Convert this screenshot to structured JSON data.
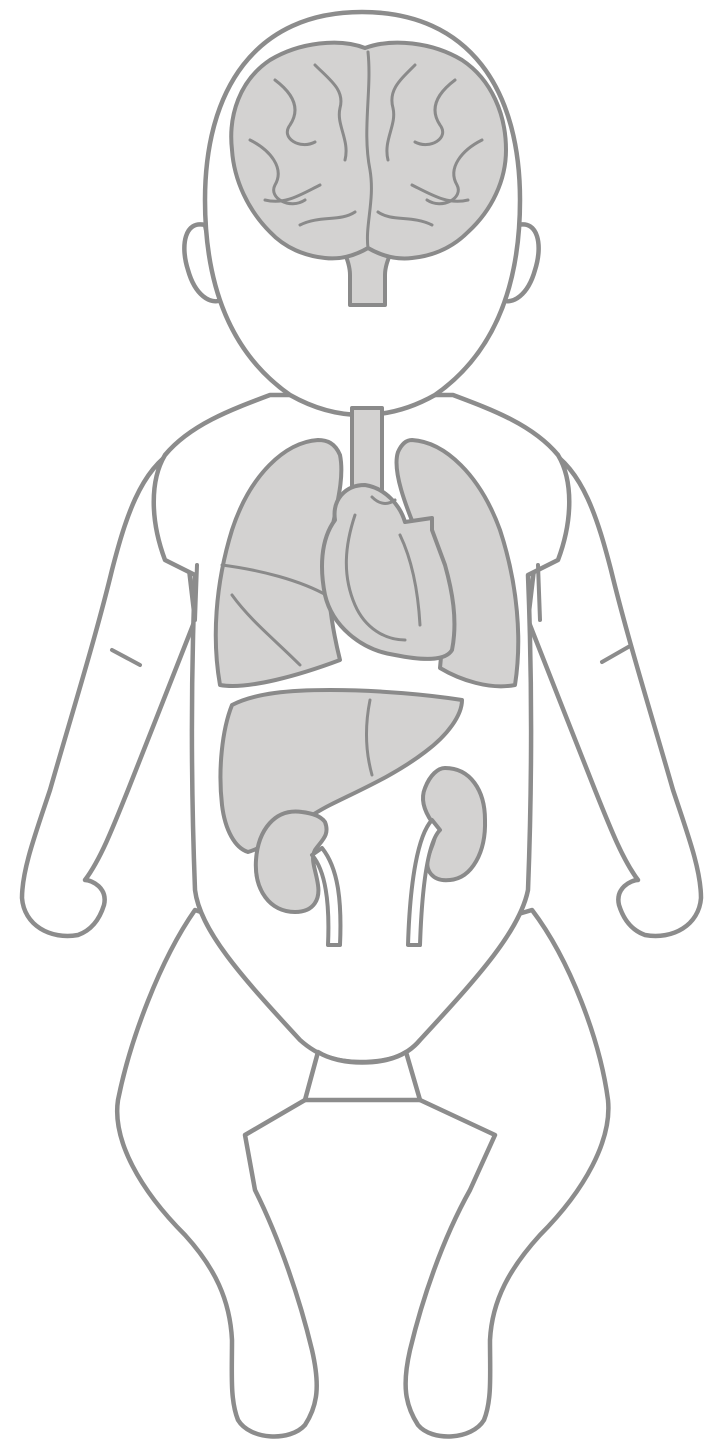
{
  "colors": {
    "outline": "#8c8c8c",
    "organ_fill": "#d3d2d1",
    "organ_stroke": "#8a8a8a",
    "background": "#ffffff"
  },
  "figure": {
    "subject": "infant-body-outline",
    "organs": [
      "brain",
      "brainstem",
      "trachea",
      "lung-left",
      "lung-right",
      "heart",
      "liver",
      "kidney-left",
      "kidney-right",
      "ureter-left",
      "ureter-right"
    ]
  }
}
